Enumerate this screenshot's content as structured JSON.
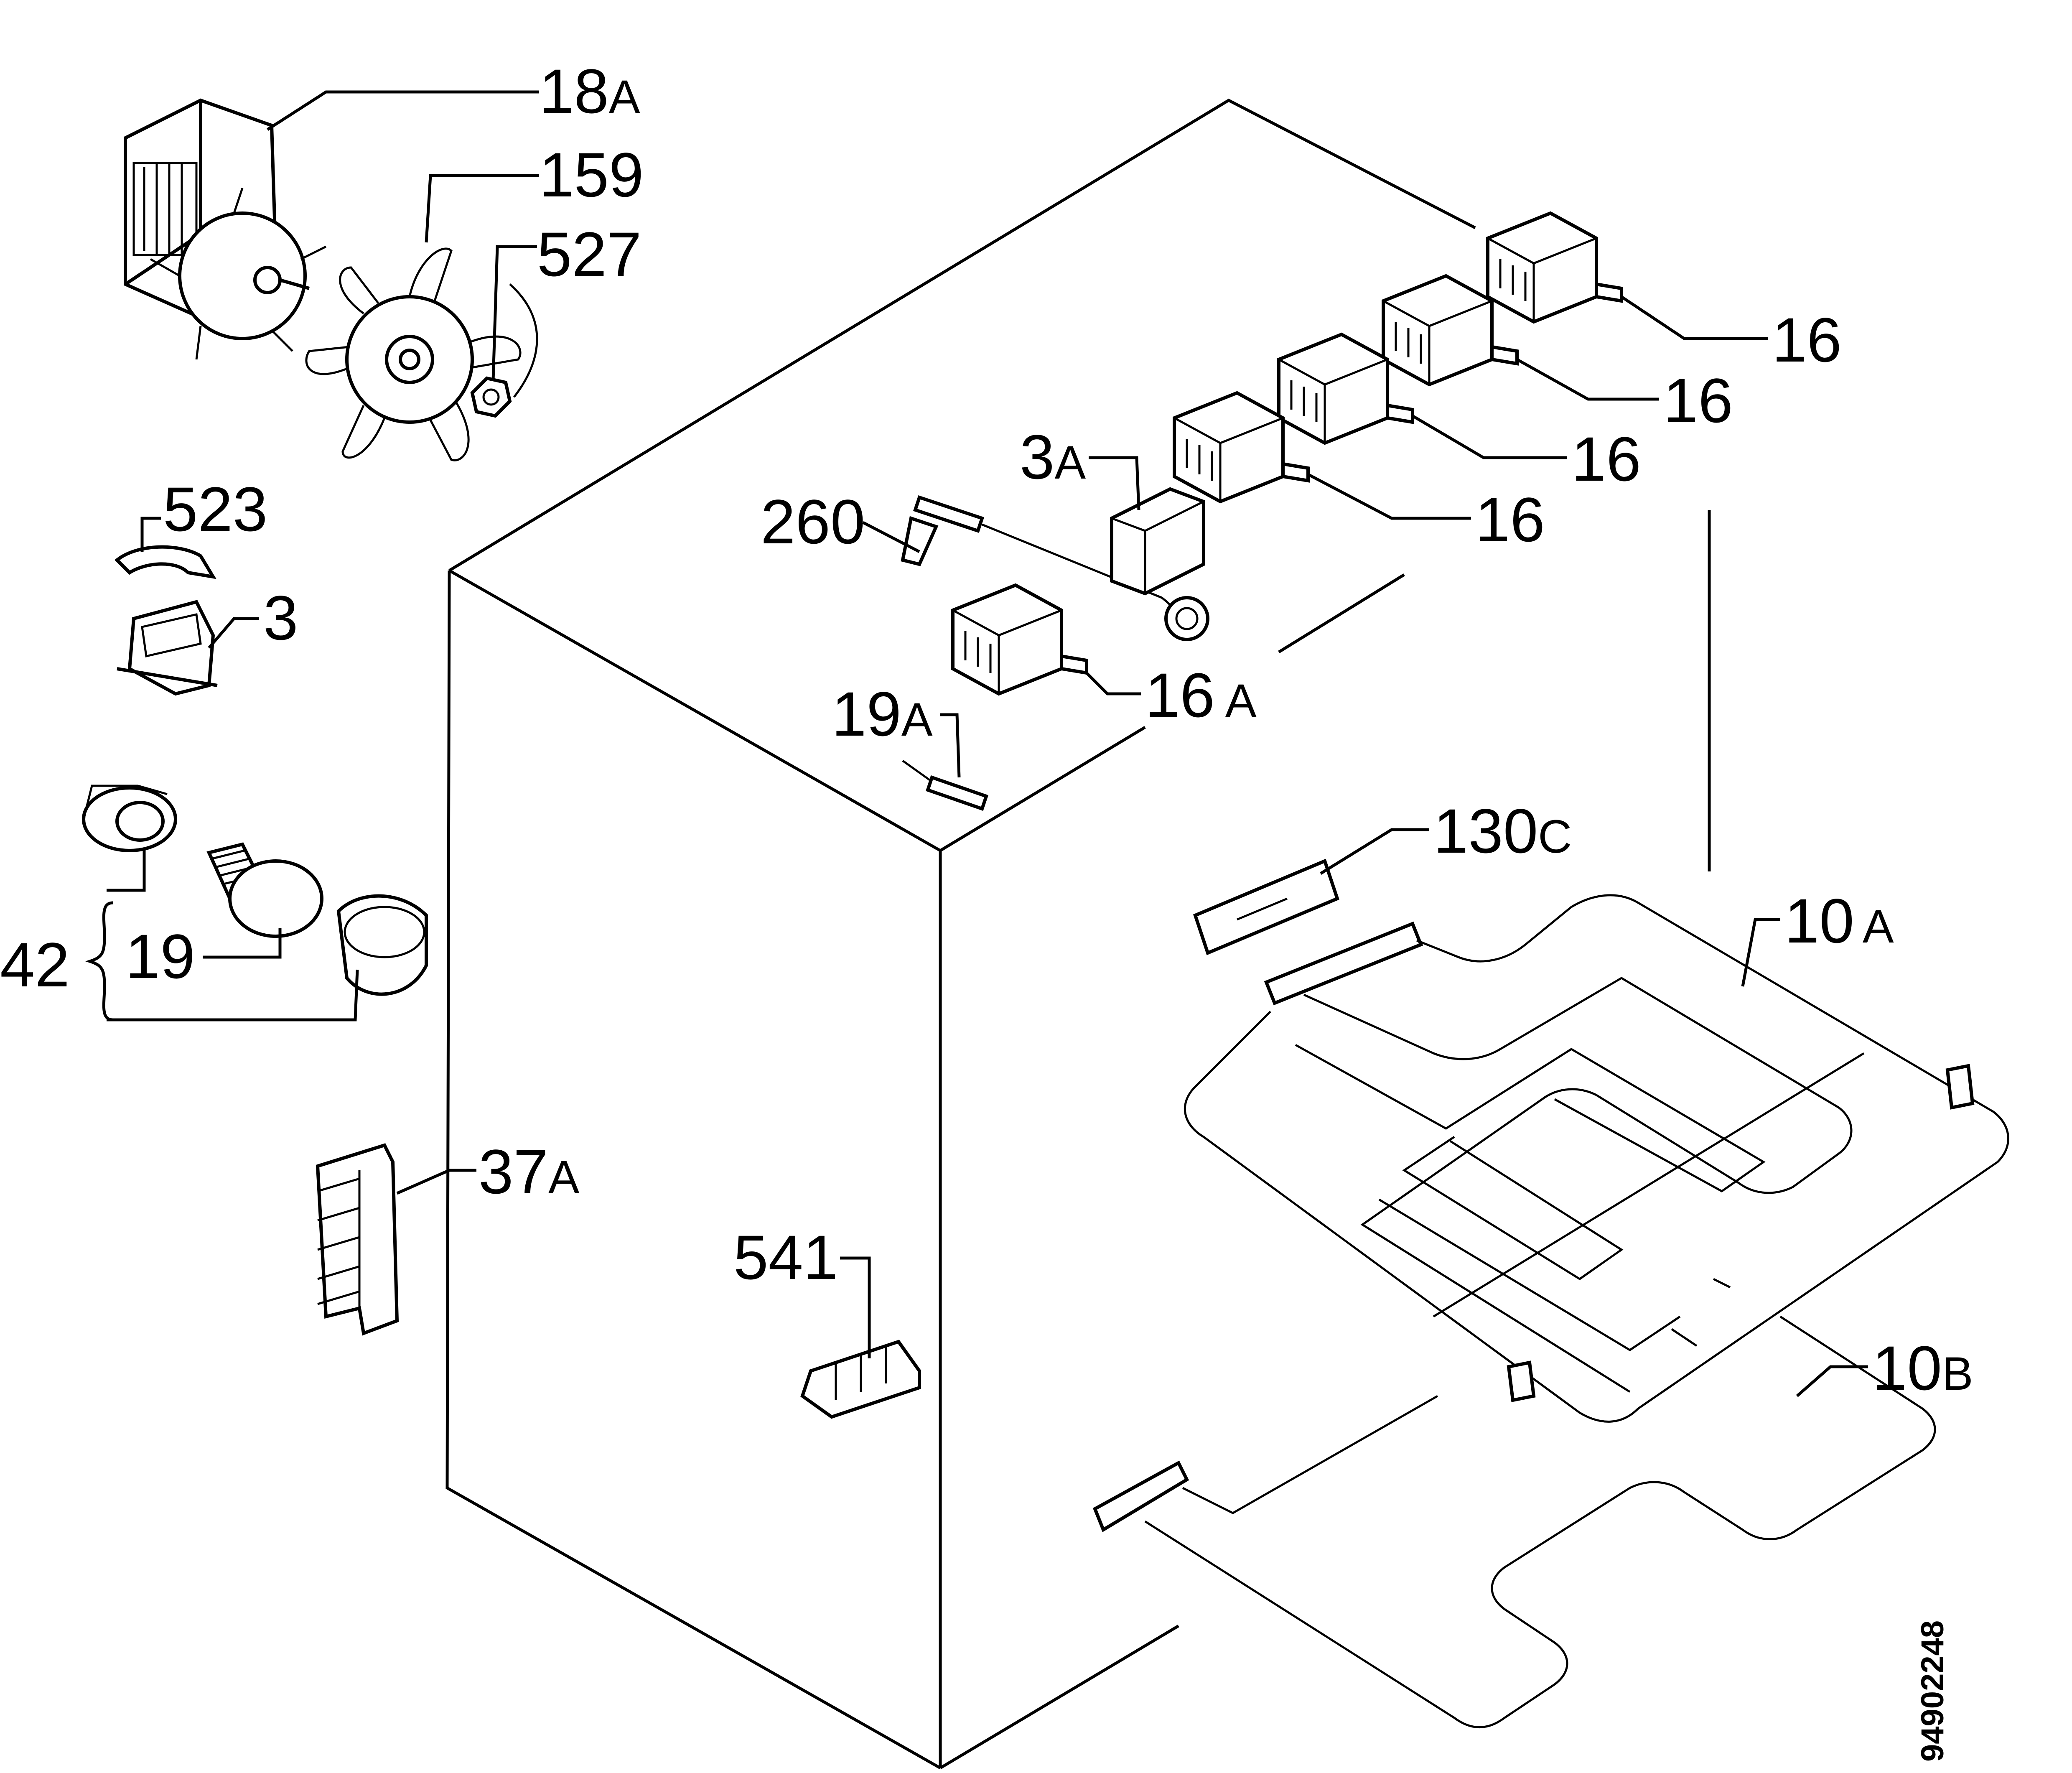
{
  "document_number": "94902248",
  "callouts": [
    {
      "id": "18a",
      "num": "18",
      "suffix": "A"
    },
    {
      "id": "159",
      "num": "159",
      "suffix": ""
    },
    {
      "id": "527",
      "num": "527",
      "suffix": ""
    },
    {
      "id": "523",
      "num": "523",
      "suffix": ""
    },
    {
      "id": "3",
      "num": "3",
      "suffix": ""
    },
    {
      "id": "42",
      "num": "42",
      "suffix": ""
    },
    {
      "id": "19",
      "num": "19",
      "suffix": ""
    },
    {
      "id": "37a",
      "num": "37",
      "suffix": "A"
    },
    {
      "id": "541",
      "num": "541",
      "suffix": ""
    },
    {
      "id": "260",
      "num": "260",
      "suffix": ""
    },
    {
      "id": "3a",
      "num": "3",
      "suffix": "A"
    },
    {
      "id": "16-1",
      "num": "16",
      "suffix": ""
    },
    {
      "id": "16-2",
      "num": "16",
      "suffix": ""
    },
    {
      "id": "16-3",
      "num": "16",
      "suffix": ""
    },
    {
      "id": "16-4",
      "num": "16",
      "suffix": ""
    },
    {
      "id": "16a",
      "num": "16",
      "suffix": "A"
    },
    {
      "id": "19a",
      "num": "19",
      "suffix": "A"
    },
    {
      "id": "130c",
      "num": "130",
      "suffix": "C"
    },
    {
      "id": "10a",
      "num": "10",
      "suffix": "A"
    },
    {
      "id": "10b",
      "num": "10",
      "suffix": "B"
    }
  ]
}
